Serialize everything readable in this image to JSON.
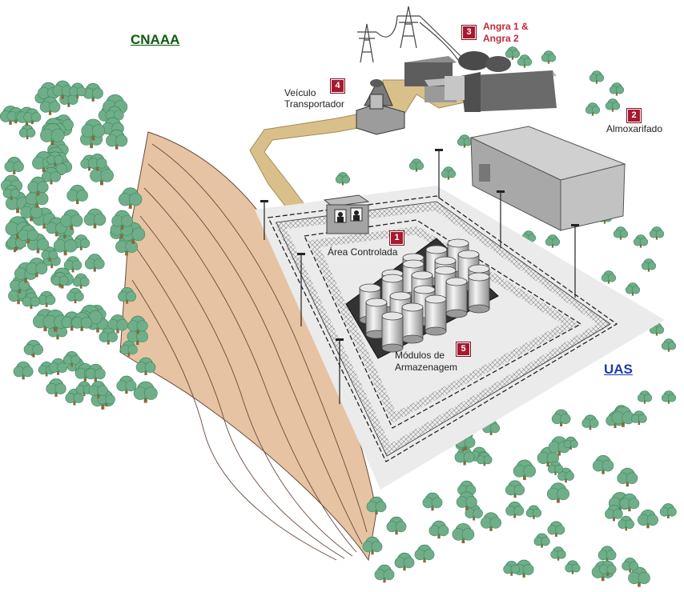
{
  "labels": {
    "cnaaa": "CNAAA",
    "uas": "UAS",
    "angra_line1": "Angra 1 &",
    "angra_line2": "Angra 2",
    "veiculo_line1": "Veículo",
    "veiculo_line2": "Transportador",
    "almoxarifado": "Almoxarifado",
    "area_controlada": "Área Controlada",
    "modulos_line1": "Módulos de",
    "modulos_line2": "Armazenagem"
  },
  "badges": {
    "area_controlada": "1",
    "almoxarifado": "2",
    "angra": "3",
    "veiculo": "4",
    "modulos": "5"
  },
  "colors": {
    "tree": "#6fae88",
    "tree_dark": "#3f8a63",
    "road": "#d8c08c",
    "hill": "#e3bfa0",
    "badge": "#a6192e",
    "cnaaa_title": "#0c5a0c",
    "uas_title": "#1c3bb0",
    "angra_label": "#c0283a"
  }
}
